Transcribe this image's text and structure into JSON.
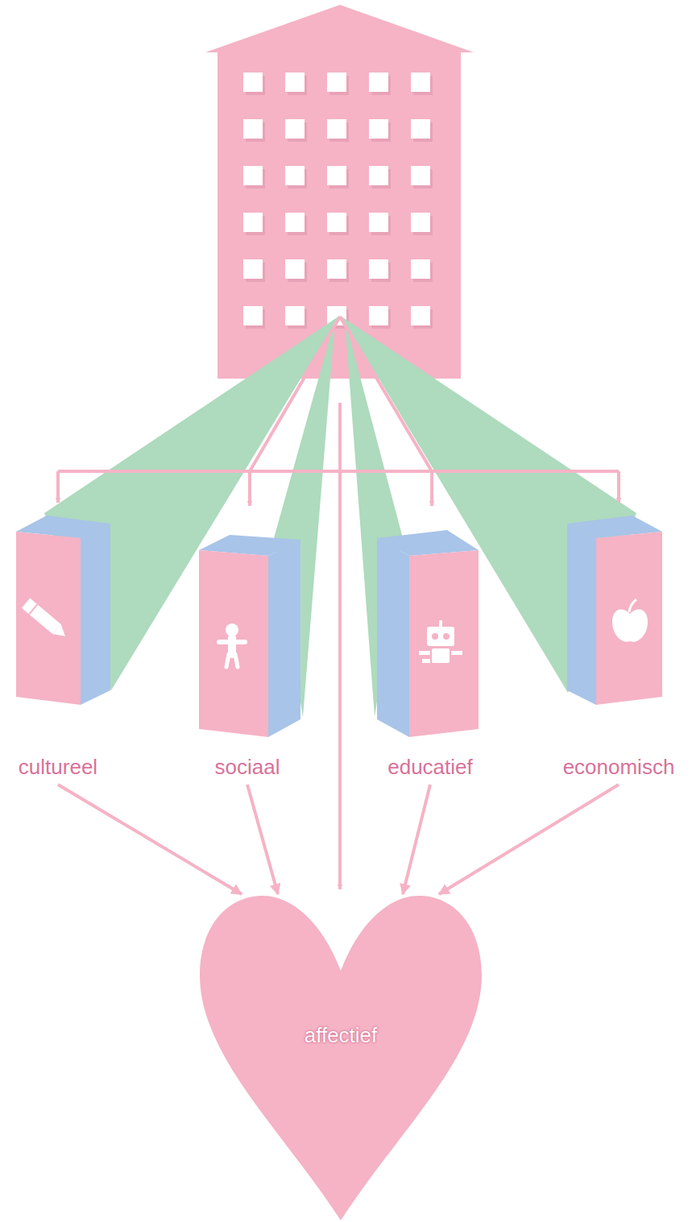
{
  "diagram": {
    "nodes": [
      {
        "text": [
          "cultureel"
        ]
      },
      {
        "text": [
          "sociaal"
        ]
      },
      {
        "text": [
          "educatief"
        ]
      },
      {
        "text": [
          "economisch"
        ]
      },
      {
        "text": [
          "affectief"
        ]
      }
    ],
    "edges": [
      {
        "from": 0,
        "to": 4,
        "arrow": "to"
      },
      {
        "from": 1,
        "to": 4,
        "arrow": "to"
      },
      {
        "from": 2,
        "to": 4,
        "arrow": "to"
      },
      {
        "from": 3,
        "to": 4,
        "arrow": "to"
      }
    ]
  }
}
